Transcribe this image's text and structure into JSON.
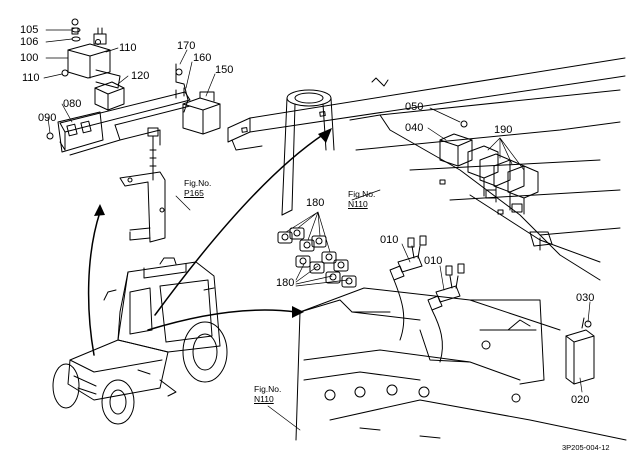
{
  "parts": {
    "p105": "105",
    "p106": "106",
    "p100": "100",
    "p110a": "110",
    "p110b": "110",
    "p120": "120",
    "p080": "080",
    "p090": "090",
    "p170": "170",
    "p160": "160",
    "p150": "150",
    "p050": "050",
    "p040": "040",
    "p190": "190",
    "p180a": "180",
    "p180b": "180",
    "p010a": "010",
    "p010b": "010",
    "p030": "030",
    "p020": "020"
  },
  "refs": {
    "fig_p165": {
      "line1": "Fig.No.",
      "line2": "P165"
    },
    "fig_n110_upper": {
      "line1": "Fig.No.",
      "line2": "N110"
    },
    "fig_n110_lower": {
      "line1": "Fig.No.",
      "line2": "N110"
    }
  },
  "footer_code": "3P205-004-12"
}
